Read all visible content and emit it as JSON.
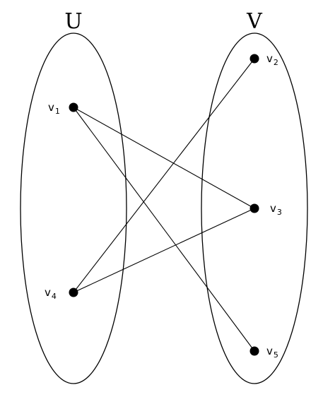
{
  "sets": [
    {
      "id": "U",
      "label": "U"
    },
    {
      "id": "V",
      "label": "V"
    }
  ],
  "vertices": [
    {
      "id": "v1",
      "base": "v",
      "sub": "1",
      "set": "U"
    },
    {
      "id": "v4",
      "base": "v",
      "sub": "4",
      "set": "U"
    },
    {
      "id": "v2",
      "base": "v",
      "sub": "2",
      "set": "V"
    },
    {
      "id": "v3",
      "base": "v",
      "sub": "3",
      "set": "V"
    },
    {
      "id": "v5",
      "base": "v",
      "sub": "5",
      "set": "V"
    }
  ],
  "edges": [
    {
      "from": "v1",
      "to": "v3"
    },
    {
      "from": "v1",
      "to": "v5"
    },
    {
      "from": "v4",
      "to": "v2"
    },
    {
      "from": "v4",
      "to": "v3"
    }
  ],
  "colors": {
    "stroke": "#000000",
    "background": "#ffffff"
  }
}
